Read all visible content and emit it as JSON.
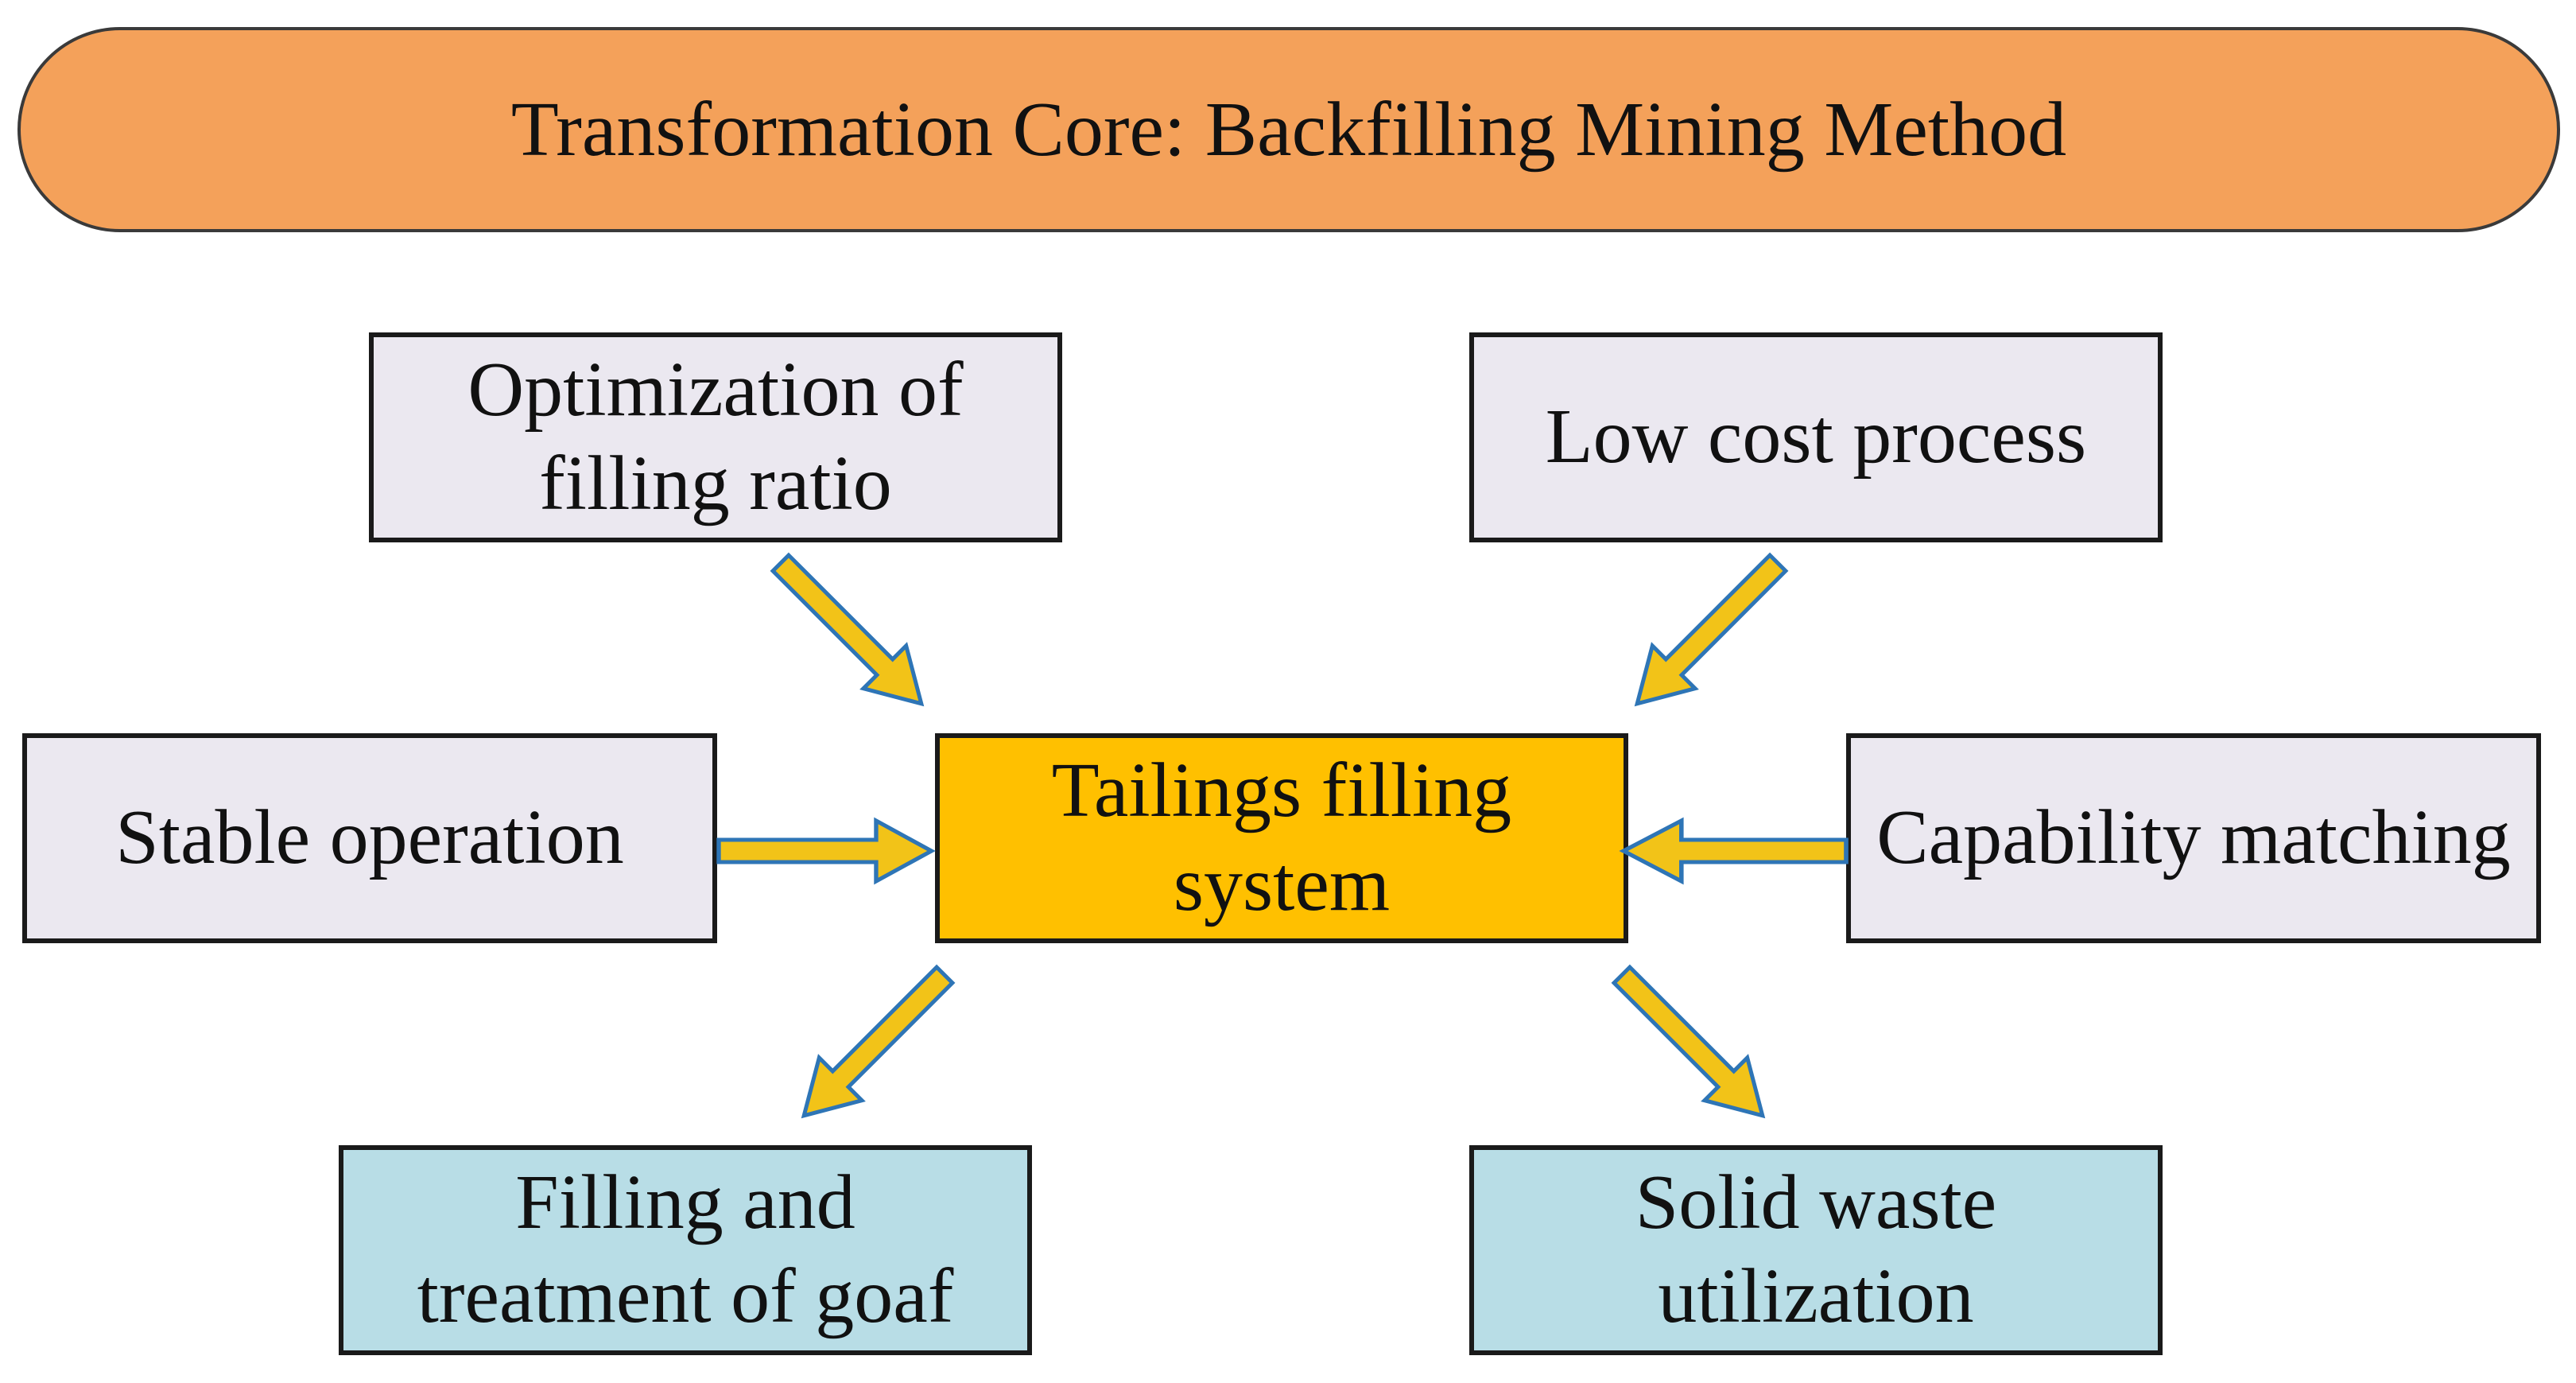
{
  "title": "Transformation Core: Backfilling Mining Method",
  "center": "Tailings filling system",
  "inputs": {
    "top_left": "Optimization of filling ratio",
    "top_right": "Low cost process",
    "mid_left": "Stable operation",
    "mid_right": "Capability matching"
  },
  "outputs": {
    "bottom_left": "Filling and treatment of goaf",
    "bottom_right": "Solid waste utilization"
  },
  "colors": {
    "banner_fill": "#f4a15a",
    "input_box_fill": "#ebe8f0",
    "center_box_fill": "#ffc000",
    "output_box_fill": "#b8dde6",
    "arrow_fill": "#f2c318",
    "arrow_outline": "#2e75b6"
  }
}
